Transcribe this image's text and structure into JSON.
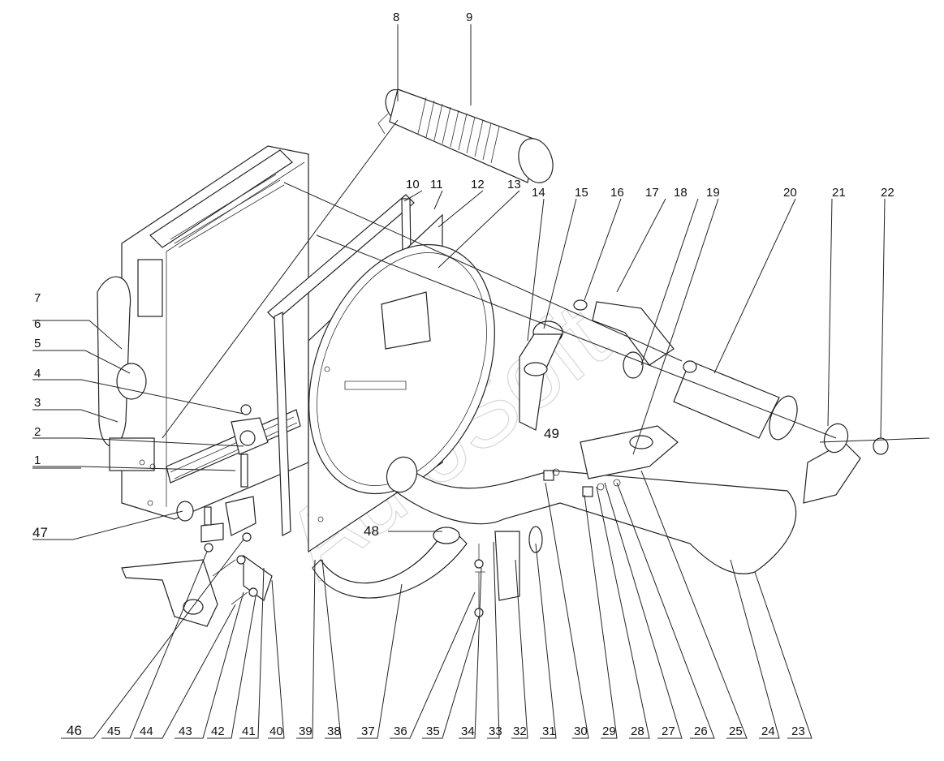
{
  "watermark": "AutoSoft",
  "callouts": [
    {
      "num": "1"
    },
    {
      "num": "2"
    },
    {
      "num": "3"
    },
    {
      "num": "4"
    },
    {
      "num": "5"
    },
    {
      "num": "6"
    },
    {
      "num": "7"
    },
    {
      "num": "8"
    },
    {
      "num": "9"
    },
    {
      "num": "10"
    },
    {
      "num": "11"
    },
    {
      "num": "12"
    },
    {
      "num": "13"
    },
    {
      "num": "14"
    },
    {
      "num": "15"
    },
    {
      "num": "16"
    },
    {
      "num": "17"
    },
    {
      "num": "18"
    },
    {
      "num": "19"
    },
    {
      "num": "20"
    },
    {
      "num": "21"
    },
    {
      "num": "22"
    },
    {
      "num": "23"
    },
    {
      "num": "24"
    },
    {
      "num": "25"
    },
    {
      "num": "26"
    },
    {
      "num": "27"
    },
    {
      "num": "28"
    },
    {
      "num": "29"
    },
    {
      "num": "30"
    },
    {
      "num": "31"
    },
    {
      "num": "32"
    },
    {
      "num": "33"
    },
    {
      "num": "34"
    },
    {
      "num": "35"
    },
    {
      "num": "36"
    },
    {
      "num": "37"
    },
    {
      "num": "38"
    },
    {
      "num": "39"
    },
    {
      "num": "40"
    },
    {
      "num": "41"
    },
    {
      "num": "42"
    },
    {
      "num": "43"
    },
    {
      "num": "44"
    },
    {
      "num": "45"
    },
    {
      "num": "46"
    },
    {
      "num": "47"
    },
    {
      "num": "48"
    },
    {
      "num": "49"
    }
  ]
}
